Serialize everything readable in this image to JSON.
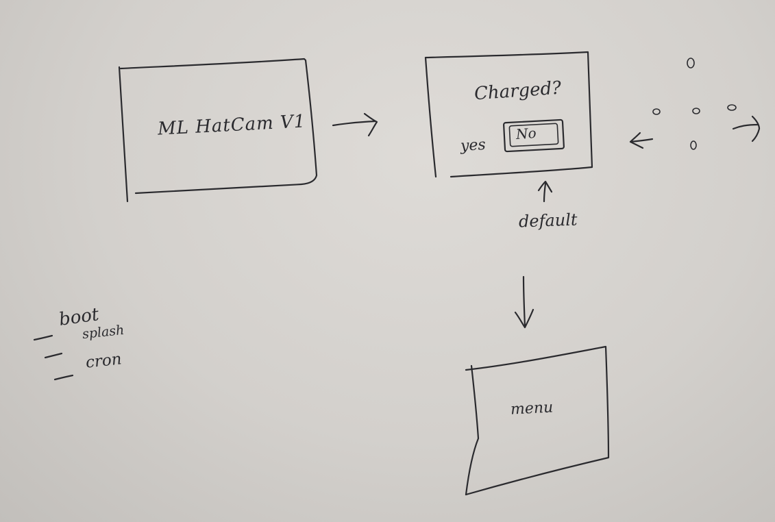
{
  "screens": {
    "splash": {
      "title": "ML HatCam V1"
    },
    "charged_dialog": {
      "question": "Charged?",
      "yes_label": "yes",
      "no_label": "No",
      "default_note": "default"
    },
    "menu": {
      "title": "menu"
    }
  },
  "notes": [
    "boot",
    "splash",
    "cron"
  ],
  "colors": {
    "board": "#d6d3cf",
    "ink": "#2a2a2e"
  },
  "icons": [
    "arrow-right-icon",
    "arrow-up-icon",
    "arrow-down-icon",
    "arrow-left-icon",
    "joystick-dots-icon"
  ]
}
